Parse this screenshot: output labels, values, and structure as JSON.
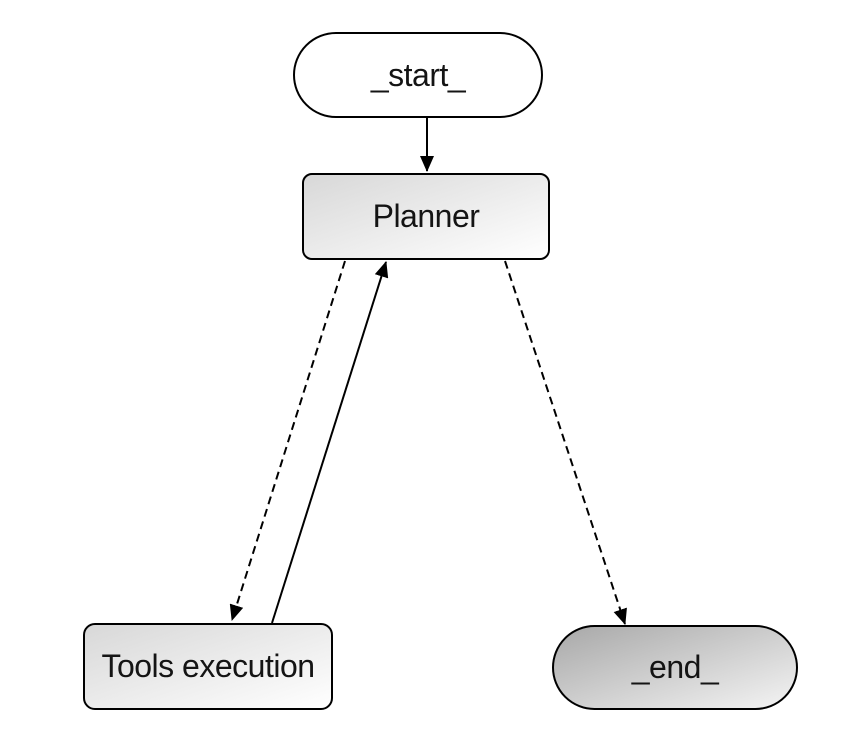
{
  "diagram": {
    "type": "flowchart",
    "nodes": {
      "start": {
        "label": "_start_",
        "shape": "stadium"
      },
      "planner": {
        "label": "Planner",
        "shape": "rect"
      },
      "tools": {
        "label": "Tools execution",
        "shape": "rect"
      },
      "end": {
        "label": "_end_",
        "shape": "stadium"
      }
    },
    "edges": [
      {
        "from": "_start_",
        "to": "Planner",
        "style": "solid",
        "label": ""
      },
      {
        "from": "Planner",
        "to": "Tools execution",
        "style": "dashed",
        "label": ""
      },
      {
        "from": "Tools execution",
        "to": "Planner",
        "style": "solid",
        "label": ""
      },
      {
        "from": "Planner",
        "to": "_end_",
        "style": "dashed",
        "label": ""
      }
    ]
  },
  "colors": {
    "border_color": "#000000",
    "edge_color": "#000000",
    "text_color": "#141414",
    "background": "#ffffff",
    "start_fill": "#ffffff",
    "box_fill_from": "#d8d8d8",
    "box_fill_to": "#ffffff",
    "end_fill_from": "#a8a8a8",
    "end_fill_to": "#f4f4f4"
  }
}
